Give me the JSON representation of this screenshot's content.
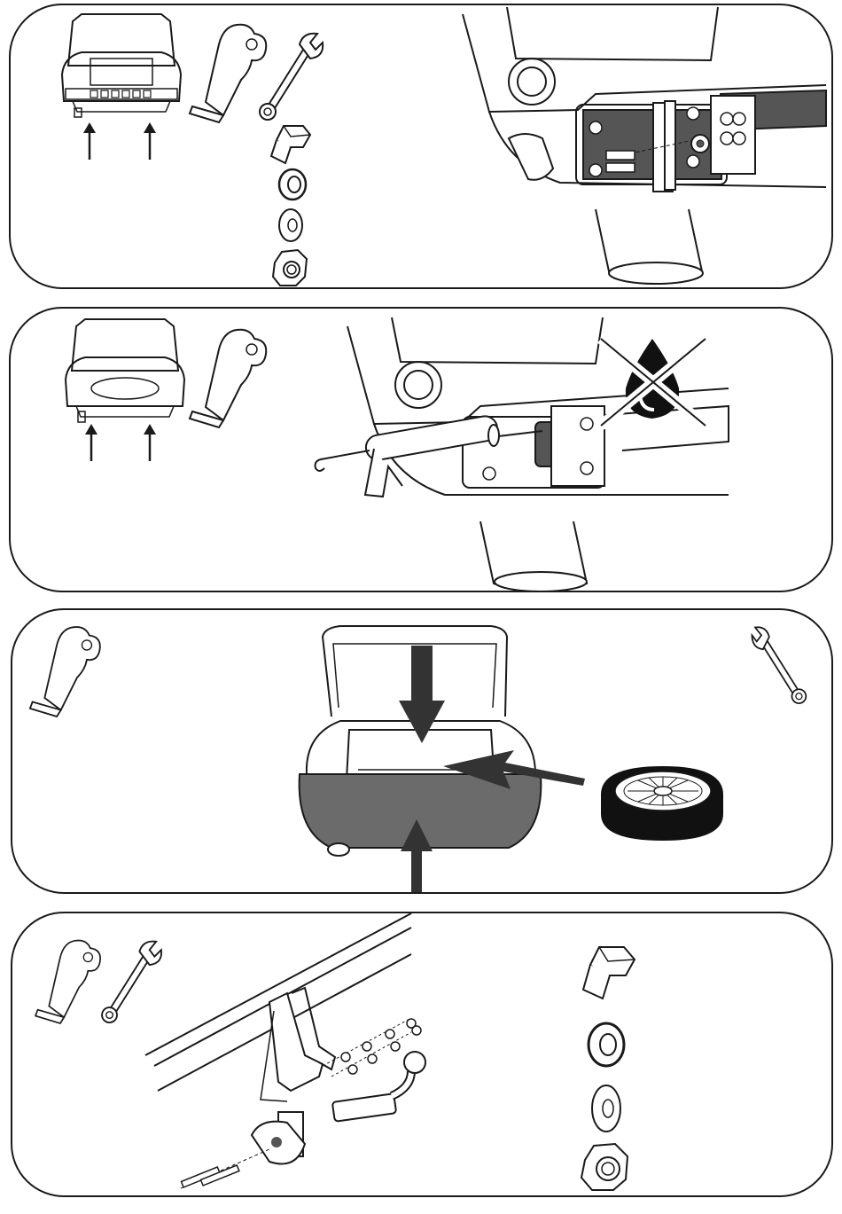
{
  "document": {
    "type": "installation-instructions",
    "colors": {
      "line": "#1a1a1a",
      "bumper_fill": "#6b6b6b",
      "bracket_fill": "#555555",
      "tyre": "#111111",
      "background": "#ffffff"
    },
    "steps": [
      {
        "icons": [
          "car-rear-icon",
          "up-arrow-icon",
          "glove-icon",
          "wrench-icon",
          "bolt-icon",
          "spring-washer-icon",
          "flat-washer-icon",
          "hex-nut-icon"
        ],
        "illustration": "side-member-bracket-bolting"
      },
      {
        "icons": [
          "car-rear-icon",
          "up-arrow-icon",
          "glove-icon",
          "no-water-icon"
        ],
        "illustration": "cavity-wax-sealing"
      },
      {
        "icons": [
          "glove-icon",
          "wrench-icon",
          "spare-wheel-icon",
          "down-arrow-icon",
          "left-arrow-icon",
          "up-arrow-icon"
        ],
        "illustration": "bumper-removal-trunk"
      },
      {
        "icons": [
          "glove-icon",
          "wrench-icon",
          "bolt-icon",
          "spring-washer-icon",
          "flat-washer-icon",
          "hex-nut-icon"
        ],
        "illustration": "tow-bar-ball-mounting"
      }
    ]
  }
}
